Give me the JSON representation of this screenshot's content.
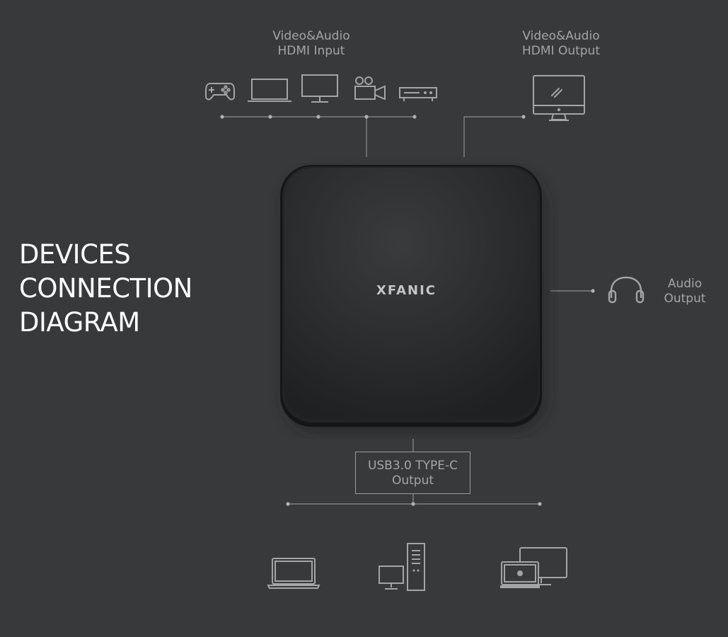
{
  "title": {
    "line1": "DEVICES",
    "line2": "CONNECTION",
    "line3": "DIAGRAM"
  },
  "hdmi_input": {
    "line1": "Video&Audio",
    "line2": "HDMI Input",
    "icons": [
      "gamepad-icon",
      "laptop-icon",
      "monitor-icon",
      "camcorder-icon",
      "set-top-box-icon"
    ]
  },
  "hdmi_output": {
    "line1": "Video&Audio",
    "line2": "HDMI Output",
    "icon": "tv-monitor-icon"
  },
  "audio_output": {
    "line1": "Audio",
    "line2": "Output",
    "icon": "headphones-icon"
  },
  "usb_output": {
    "line1": "USB3.0 TYPE-C",
    "line2": "Output",
    "icons": [
      "macbook-icon",
      "desktop-pc-icon",
      "mac-devices-icon"
    ]
  },
  "device": {
    "brand": "XFANIC"
  },
  "colors": {
    "background": "#38393b",
    "line": "#9a9b9d",
    "label": "#a4a5a7",
    "device_body": "#2a2b2d"
  }
}
